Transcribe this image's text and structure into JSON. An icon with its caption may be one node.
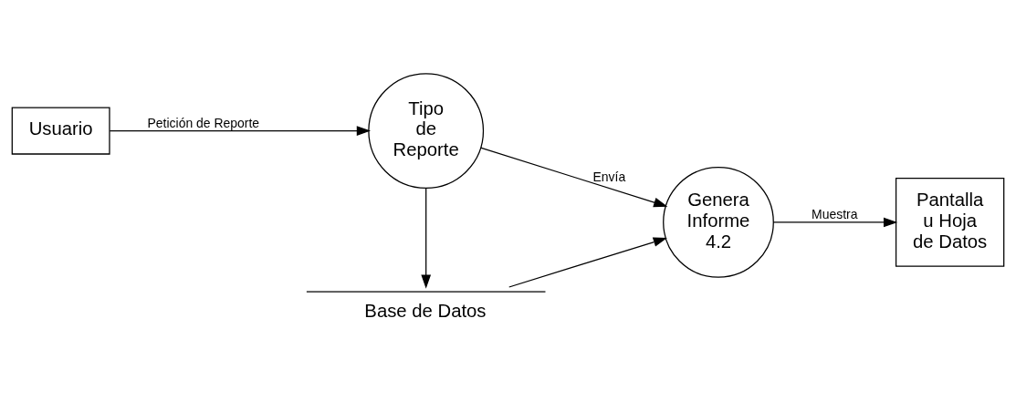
{
  "diagram": {
    "nodes": [
      {
        "text": [
          "Usuario"
        ]
      },
      {
        "text": [
          "Tipo de Reporte"
        ]
      },
      {
        "text": [
          "Genera Informe 4.2"
        ]
      },
      {
        "text": [
          "Pantalla u Hoja de Datos"
        ]
      },
      {
        "text": [
          "Base de Datos"
        ]
      }
    ],
    "edges": [
      {
        "from": 0,
        "to": 1,
        "arrow": "to",
        "label": "Petición de Reporte"
      },
      {
        "from": 1,
        "to": 2,
        "arrow": "to",
        "label": "Envía"
      },
      {
        "from": 2,
        "to": 3,
        "arrow": "to",
        "label": "Muestra"
      },
      {
        "from": 1,
        "to": 4,
        "arrow": "to"
      },
      {
        "from": 4,
        "to": 2,
        "arrow": "to"
      }
    ]
  }
}
